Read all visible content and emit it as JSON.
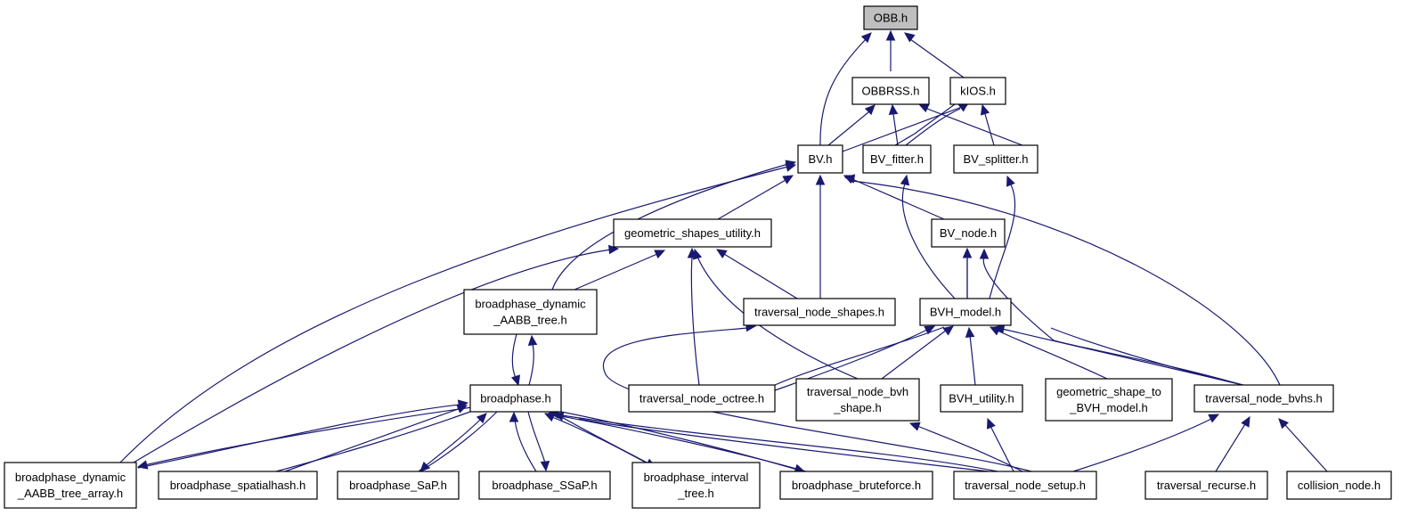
{
  "colors": {
    "edge": "#191970",
    "node_border": "#000000",
    "root_fill": "#bfbfbf",
    "node_fill": "#ffffff"
  },
  "nodes": {
    "obb": [
      "OBB.h"
    ],
    "obbrss": [
      "OBBRSS.h"
    ],
    "kios": [
      "kIOS.h"
    ],
    "bv": [
      "BV.h"
    ],
    "bv_fitter": [
      "BV_fitter.h"
    ],
    "bv_splitter": [
      "BV_splitter.h"
    ],
    "geom_util": [
      "geometric_shapes_utility.h"
    ],
    "bv_node": [
      "BV_node.h"
    ],
    "bp_dyn_aabb": [
      "broadphase_dynamic",
      "_AABB_tree.h"
    ],
    "tn_shapes": [
      "traversal_node_shapes.h"
    ],
    "bvh_model": [
      "BVH_model.h"
    ],
    "broadphase": [
      "broadphase.h"
    ],
    "tn_octree": [
      "traversal_node_octree.h"
    ],
    "tn_bvh_shape": [
      "traversal_node_bvh",
      "_shape.h"
    ],
    "bvh_utility": [
      "BVH_utility.h"
    ],
    "geom_to_bvh": [
      "geometric_shape_to",
      "_BVH_model.h"
    ],
    "tn_bvhs": [
      "traversal_node_bvhs.h"
    ],
    "bp_dyn_array": [
      "broadphase_dynamic",
      "_AABB_tree_array.h"
    ],
    "bp_spatialhash": [
      "broadphase_spatialhash.h"
    ],
    "bp_sap": [
      "broadphase_SaP.h"
    ],
    "bp_ssap": [
      "broadphase_SSaP.h"
    ],
    "bp_interval": [
      "broadphase_interval",
      "_tree.h"
    ],
    "bp_brute": [
      "broadphase_bruteforce.h"
    ],
    "tn_setup": [
      "traversal_node_setup.h"
    ],
    "tr_recurse": [
      "traversal_recurse.h"
    ],
    "coll_node": [
      "collision_node.h"
    ]
  }
}
